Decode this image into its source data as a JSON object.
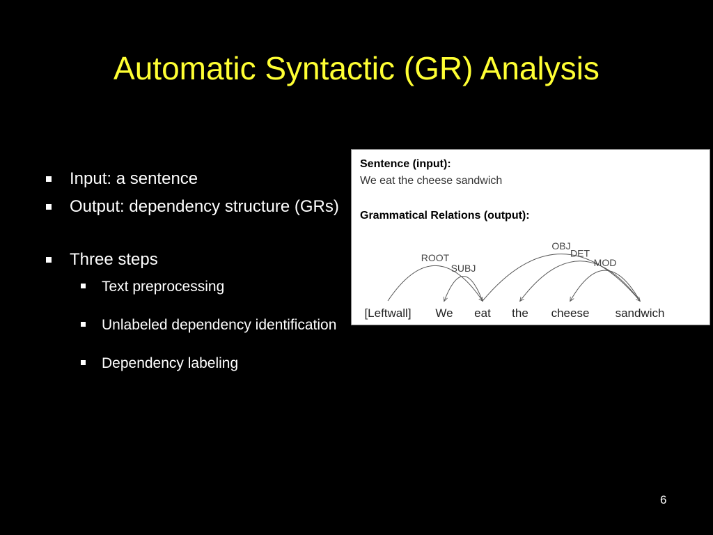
{
  "slide": {
    "title": "Automatic Syntactic (GR) Analysis",
    "page_number": "6",
    "colors": {
      "background": "#000000",
      "title": "#ffff33",
      "text": "#ffffff",
      "panel": "#ffffff"
    }
  },
  "bullets": {
    "input": "Input: a sentence",
    "output": "Output: dependency structure (GRs)",
    "steps": "Three steps",
    "step_items": [
      "Text preprocessing",
      "Unlabeled dependency identification",
      "Dependency labeling"
    ]
  },
  "figure": {
    "sentence_heading": "Sentence (input):",
    "sentence": "We eat the cheese sandwich",
    "relations_heading": "Grammatical Relations (output):",
    "tokens": [
      "[Leftwall]",
      "We",
      "eat",
      "the",
      "cheese",
      "sandwich"
    ],
    "arcs": [
      {
        "label": "ROOT",
        "from": 0,
        "to": 2
      },
      {
        "label": "SUBJ",
        "from": 2,
        "to": 1
      },
      {
        "label": "OBJ",
        "from": 2,
        "to": 5
      },
      {
        "label": "DET",
        "from": 5,
        "to": 3
      },
      {
        "label": "MOD",
        "from": 5,
        "to": 4
      }
    ]
  }
}
